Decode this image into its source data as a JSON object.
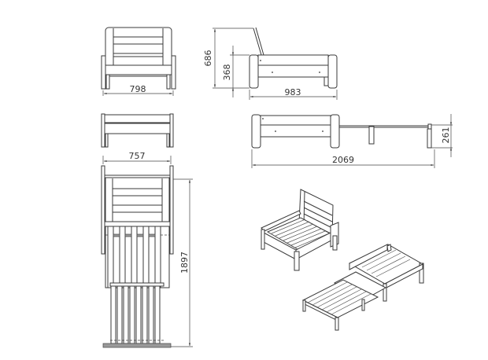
{
  "diagram": {
    "type": "furniture-dimension-drawing",
    "subject": "fold-out chair bed",
    "views": [
      {
        "id": "front-view",
        "dimension_label": "798"
      },
      {
        "id": "side-view",
        "dimension_labels": {
          "width": "983",
          "height_total": "686",
          "seat_height": "368"
        }
      },
      {
        "id": "top-view-closed",
        "dimension_label": ""
      },
      {
        "id": "side-view-extended",
        "dimension_labels": {
          "length": "2069",
          "height": "261"
        }
      },
      {
        "id": "top-view-extended",
        "dimension_labels": {
          "width": "757",
          "length": "1897"
        }
      },
      {
        "id": "iso-chair",
        "dimension_label": ""
      },
      {
        "id": "iso-bed",
        "dimension_label": ""
      }
    ]
  },
  "dims": {
    "front_width": "798",
    "side_width": "983",
    "side_height": "686",
    "seat_height": "368",
    "top_width": "757",
    "extended_length": "2069",
    "extended_height": "261",
    "extended_top_length": "1897"
  }
}
